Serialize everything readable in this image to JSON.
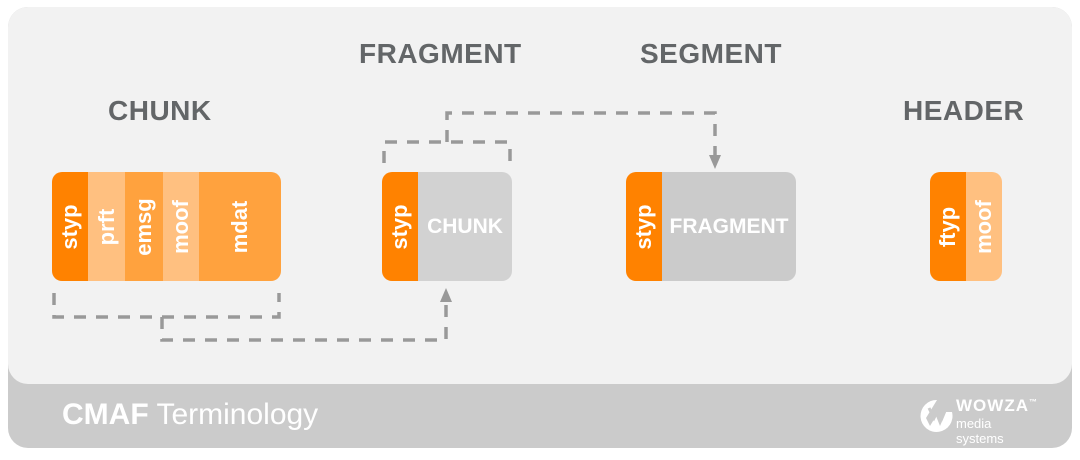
{
  "colors": {
    "orange_dark": "#ff8200",
    "orange_mid": "#ffa23e",
    "orange_light": "#ffc080",
    "gray_box": "#d2d2d2",
    "title_text": "#636668",
    "connector": "#999999"
  },
  "sections": {
    "chunk": {
      "title": "CHUNK",
      "boxes": [
        "styp",
        "prft",
        "emsg",
        "moof",
        "mdat"
      ]
    },
    "fragment": {
      "title": "FRAGMENT",
      "prefix": "styp",
      "body": "CHUNK"
    },
    "segment": {
      "title": "SEGMENT",
      "prefix": "styp",
      "body": "FRAGMENT"
    },
    "header": {
      "title": "HEADER",
      "boxes": [
        "ftyp",
        "moof"
      ]
    }
  },
  "footer": {
    "title_bold": "CMAF",
    "title_rest": " Terminology",
    "logo_word": "WOWZA",
    "logo_tm": "™",
    "logo_sub": "media systems"
  }
}
